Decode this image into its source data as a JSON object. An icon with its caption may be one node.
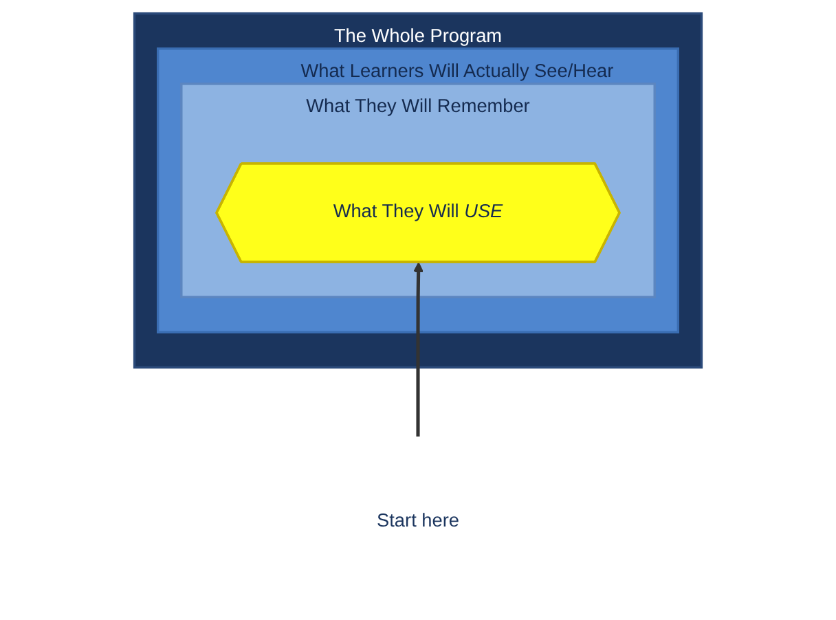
{
  "diagram": {
    "nodes": [
      {
        "text": [
          "The Whole Program"
        ]
      },
      {
        "text": [
          "What Learners Will Actually See/Hear"
        ],
        "in": 0
      },
      {
        "text": [
          "What They Will Remember"
        ],
        "in": 1
      },
      {
        "text": [
          "What They Will *USE*"
        ],
        "in": 2
      },
      {
        "text": [
          "Start here"
        ]
      }
    ],
    "edges": [
      {
        "from": 4,
        "to": 3,
        "arrow": "to"
      }
    ]
  }
}
